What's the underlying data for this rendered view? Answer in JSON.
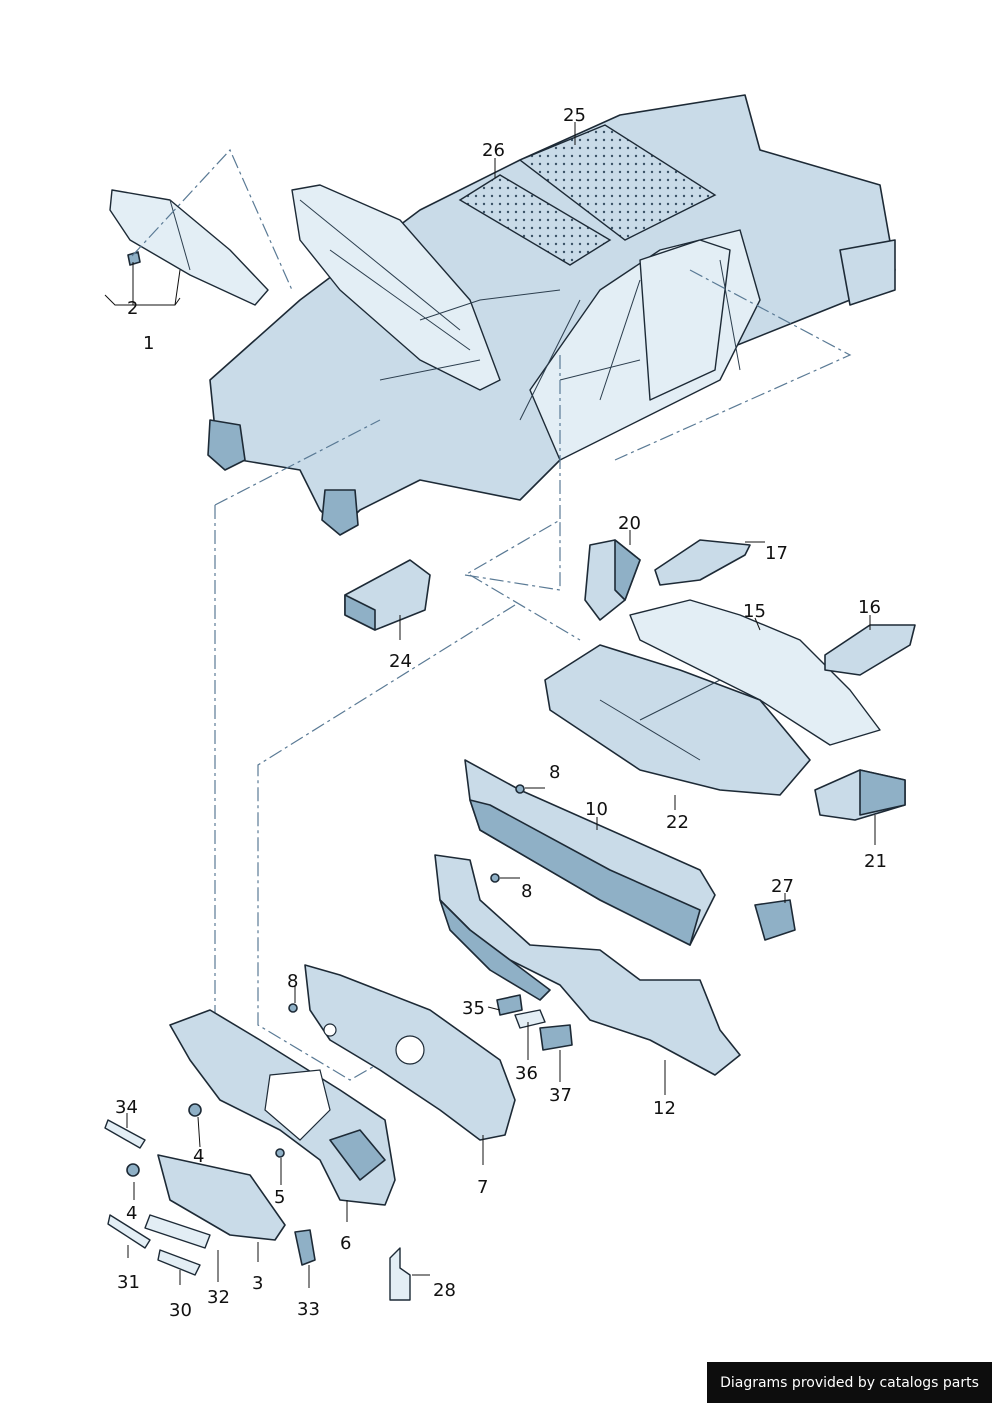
{
  "callouts": [
    "1",
    "2",
    "3",
    "4",
    "4",
    "5",
    "6",
    "7",
    "8",
    "8",
    "8",
    "10",
    "12",
    "15",
    "16",
    "17",
    "20",
    "21",
    "22",
    "24",
    "25",
    "26",
    "27",
    "28",
    "30",
    "31",
    "32",
    "33",
    "34",
    "35",
    "36",
    "37"
  ],
  "footer": {
    "text": "Diagrams provided by catalogs parts"
  },
  "colors": {
    "part_fill": "#c9dbe8",
    "part_shadow": "#8fb0c6",
    "outline": "#1d2a36",
    "dash": "#5a7a95",
    "footer_bg": "#0d0d0d"
  }
}
